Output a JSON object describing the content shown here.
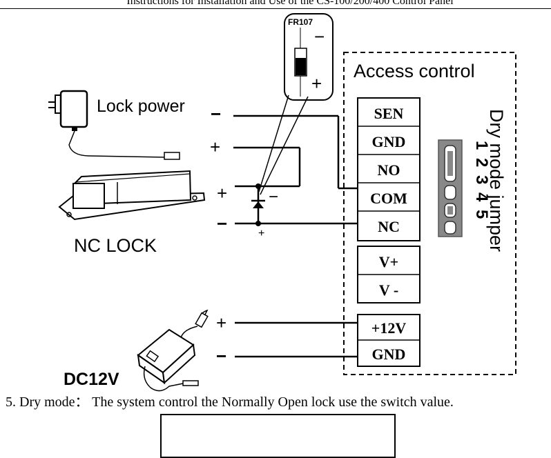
{
  "header": {
    "title": "Instructions for Installation and Use of the CS-100/200/400 Control Panel"
  },
  "diagram": {
    "switch": {
      "label": "FR107",
      "minus": "−",
      "plus": "+"
    },
    "panel_title": "Access control",
    "lock_power_label": "Lock power",
    "nc_lock_label": "NC LOCK",
    "dc_label": "DC12V",
    "jumper_label": "Dry mode jumper",
    "jumper_numbers": [
      "1",
      "2",
      "3",
      "4",
      "5"
    ],
    "terminals_top": [
      "SEN",
      "GND",
      "NO",
      "COM",
      "NC"
    ],
    "terminals_mid": [
      "V+",
      "V -"
    ],
    "terminals_bottom": [
      "+12V",
      "GND"
    ],
    "signs": {
      "plus": "+",
      "minus": "−",
      "diode_minus": "−",
      "diode_plus": "+"
    }
  },
  "footer": {
    "text": "5. Dry mode： The system control the Normally Open lock use the switch value."
  }
}
